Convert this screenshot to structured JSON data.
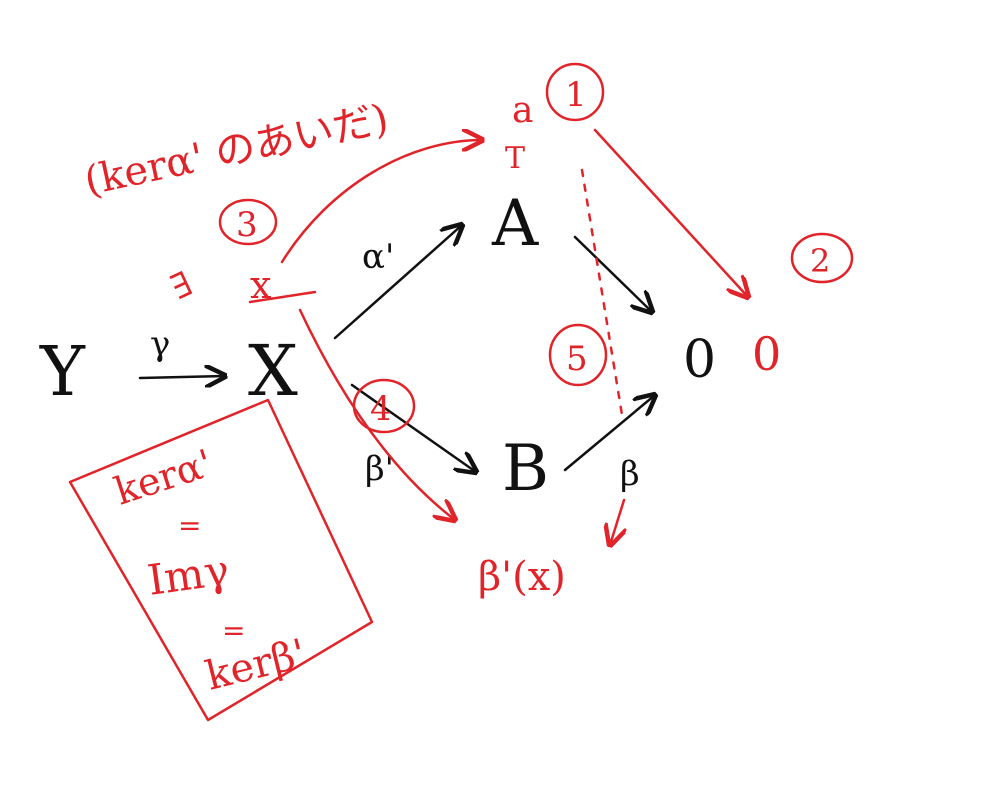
{
  "colors": {
    "ink": "#111111",
    "annotation": "#e0242a",
    "background": "#ffffff"
  },
  "nodes": {
    "Y": "Y",
    "X": "X",
    "A": "A",
    "B": "B",
    "zero": "0"
  },
  "maps": {
    "gamma": "γ",
    "alpha_prime": "α'",
    "beta_prime": "β'",
    "beta": "β"
  },
  "annotations": {
    "ker_alpha_note": "(kerα' のあいだ)",
    "exists": "∃",
    "x": "x",
    "a": "a",
    "b_prime_x": "β'(x)",
    "zero_red": "0",
    "a_underline": "T",
    "circled_numbers": [
      "1",
      "2",
      "3",
      "4",
      "5"
    ]
  },
  "boxed_note": {
    "line1": "kerα'",
    "eq1": "=",
    "line2": "Imγ",
    "eq2": "=",
    "line3": "kerβ'"
  }
}
